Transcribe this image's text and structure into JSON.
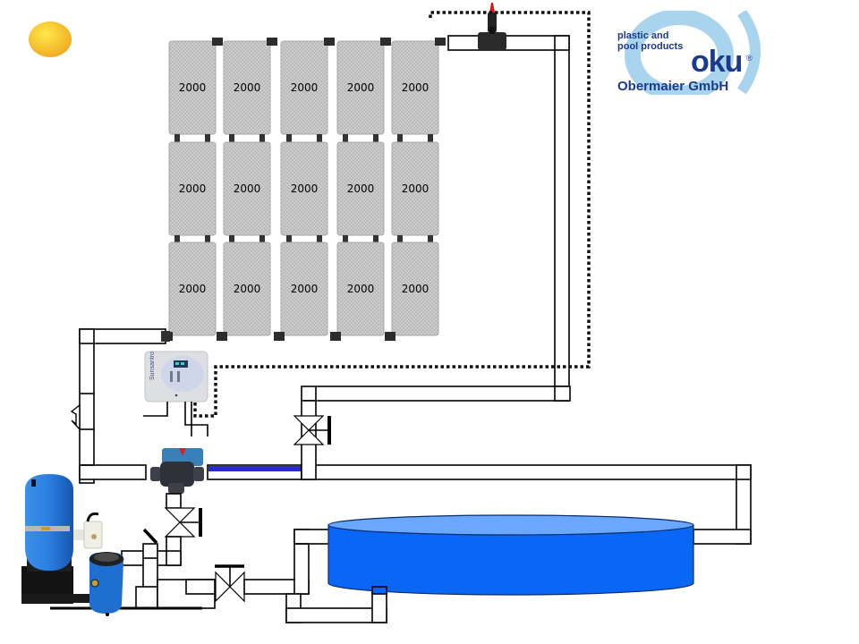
{
  "diagram": {
    "title": "Solar pool heating system schematic",
    "brand": {
      "line1": "plastic and",
      "line2": "pool products",
      "name": "oku",
      "registered": "®",
      "company": "Obermaier GmbH",
      "color": "#1b3a8c",
      "ring_color": "#a9d4ee"
    },
    "solar_panels": {
      "rows": [
        [
          "2000",
          "2000",
          "2000",
          "2000",
          "2000"
        ],
        [
          "2000",
          "2000",
          "2000",
          "2000",
          "2000"
        ],
        [
          "2000",
          "2000",
          "2000",
          "2000",
          "2000"
        ]
      ],
      "fill": "#c9c9c9"
    },
    "components": {
      "sun": "sun",
      "controller": "solar controller",
      "motor_valve": "motorized 3-way valve",
      "air_vent": "automatic air vent",
      "filter": "sand filter with multiport valve",
      "pump": "pool pump",
      "pool": "above-ground pool",
      "check_valve": "check valve",
      "gate_valves": [
        "gate valve",
        "gate valve",
        "gate valve"
      ]
    },
    "colors": {
      "pool_side": "#0a66f5",
      "pool_top": "#6aa7ff",
      "sun": "#f7c51a",
      "return_highlight": "#2a2ad0",
      "filter_blue": "#1f6fd0"
    }
  }
}
